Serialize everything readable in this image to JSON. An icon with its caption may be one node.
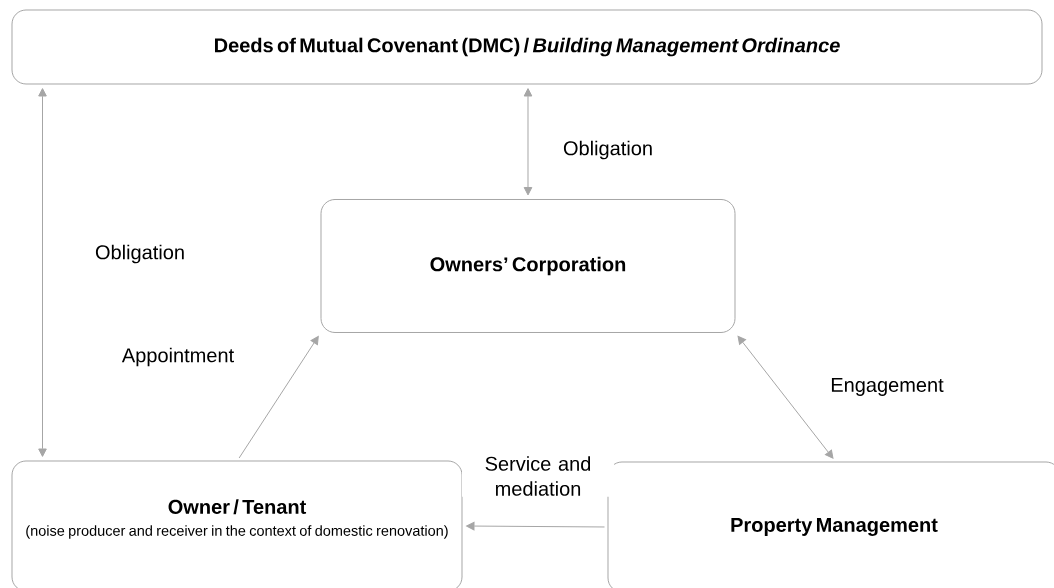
{
  "diagram": {
    "nodes": [
      {
        "text": [
          "Deeds of Mutual Covenant (DMC) / *Building Management Ordinance*"
        ]
      },
      {
        "text": [
          "Owners’ Corporation"
        ]
      },
      {
        "text": [
          "Owner / Tenant",
          "(noise producer and receiver in the context of domestic renovation)"
        ]
      },
      {
        "text": [
          "Property Management"
        ]
      }
    ],
    "edges": [
      {
        "from": 0,
        "to": 2,
        "arrow": "both",
        "label": "Obligation"
      },
      {
        "from": 0,
        "to": 1,
        "arrow": "both",
        "label": "Obligation"
      },
      {
        "from": 2,
        "to": 1,
        "arrow": "to",
        "label": "Appointment"
      },
      {
        "from": 1,
        "to": 3,
        "arrow": "both",
        "label": "Engagement"
      },
      {
        "from": 3,
        "to": 2,
        "arrow": "to",
        "label": "Service and mediation"
      }
    ]
  }
}
